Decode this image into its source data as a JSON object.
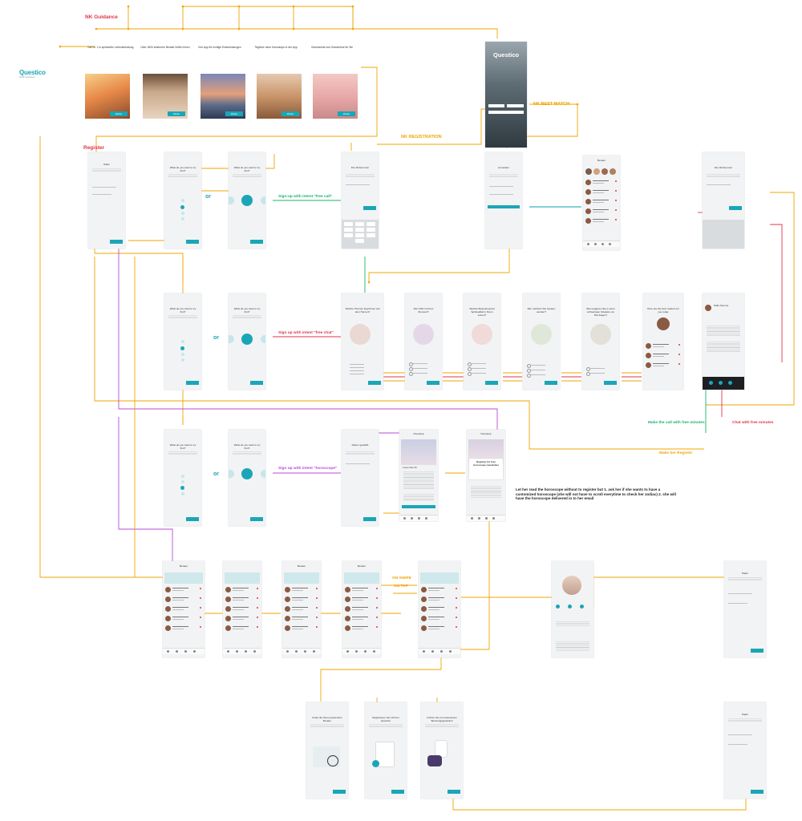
{
  "sections": {
    "guidance": "NK Guidance",
    "register": "Register",
    "best_match": "NK BEST MATCH",
    "registration": "NK REGISTRATION"
  },
  "brand": {
    "logo": "Questico",
    "tagline": "Zeit für Lebensfragen"
  },
  "guidance_titles": [
    "Die Nr. 1 in spiritueller Lebensberatung",
    "Über 1800 erfahrene Berater helfen Ihnen",
    "Ihre App für richtige Entscheidungen",
    "Tägliche neue Horoskope in der App",
    "Geschenkte und Gutscheine für Sie"
  ],
  "guidance_button": "Weiter",
  "connectors": {
    "or": "or",
    "intent_call": "Sign-up with intent \"free call\"",
    "intent_chat": "Sign up with intent \"free chat\"",
    "intent_horoscope": "Sign up with intent \"horoscope\"",
    "call_free": "Make the call with free minutes",
    "chat_free": "Chat with free minutes",
    "make_register": "Make her Register",
    "on_swipe": "ON SWIPE",
    "on_tap": "ON TAP"
  },
  "note": "Let her read the horoscope without to register but 1. ask her if she wants to have a customized horoscope (she will not have to scroll everytime to check her zodiac) 2. she will have the horoscope delivered in to her email",
  "screens": {
    "hallo": "Hallo!",
    "what_try": "What do you want to try first?",
    "ihre_nummer": "Ihre Rufnummer",
    "anmelden": "Anmelden",
    "berater": "Berater",
    "thema": "Welche Themen liegt Ihnen auf dem Herzen?",
    "wer_fuhrt": "Wer führt in Ihrem Moment?",
    "spiritualitaet": "Welche Bedeutung hat Spiritualität in Ihrem Leben?",
    "beraten": "Wie möchten Sie beraten werden?",
    "schwierig": "Wie reagieren Sie in einer schwierigen Situation um Rat fragen?",
    "best_readers": "Here are the best readers for you today",
    "hallo_simone": "Hallo Simone",
    "horoskop": "Horoskop",
    "datum": "Datum gewählt",
    "finde": "Finde die Ihnen passenden Berater",
    "registrieren": "Registrieren Sie sich bei Questico",
    "fuehren": "Führen Sie ein kostenloses Beratungsgespräch",
    "lesen": "Lesen Sie Ihr",
    "register_horoscope": "Register for free horoscope newsletter"
  },
  "colors": {
    "teal": "#1aa6b7",
    "gold": "#f0a500",
    "green": "#18b46a",
    "red": "#e0344a",
    "magenta": "#b84bd6"
  }
}
